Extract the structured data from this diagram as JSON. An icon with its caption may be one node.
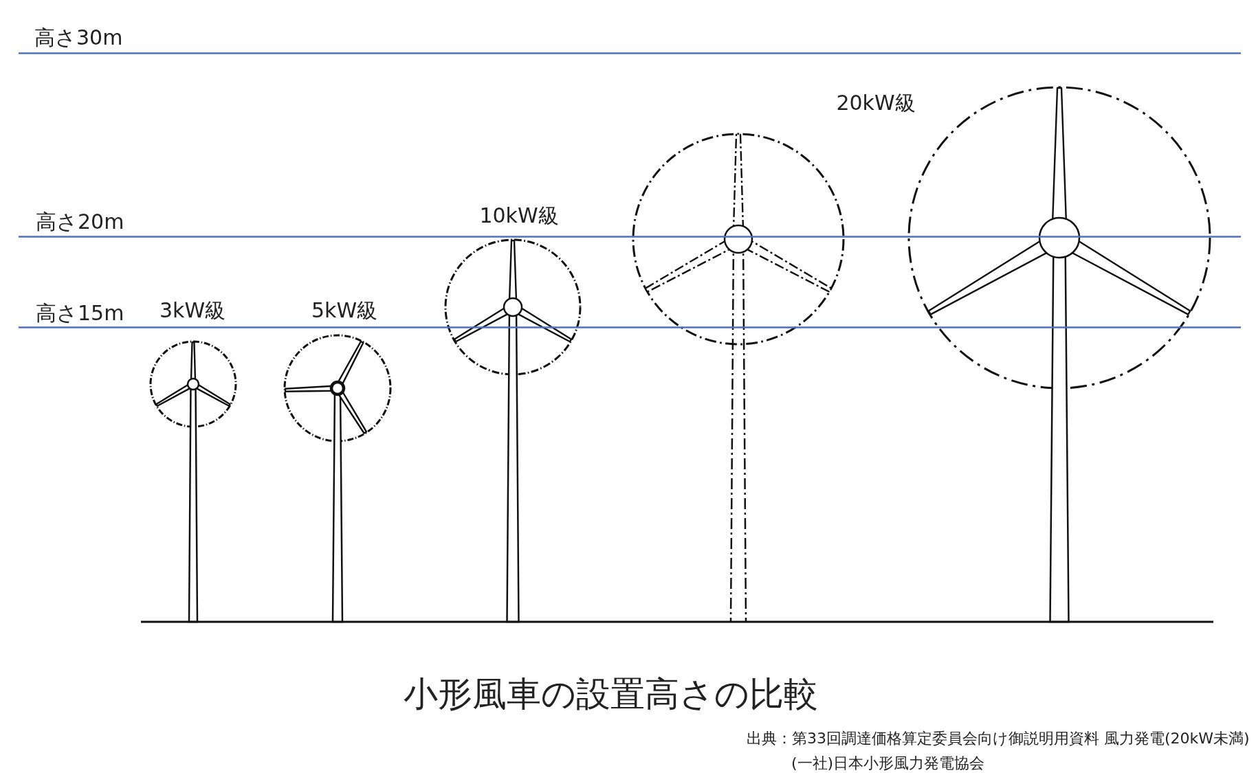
{
  "diagram": {
    "caption": "小形風車の設置高さの比較",
    "labels": [
      "高さ30m",
      "20kW級",
      "高さ20m",
      "10kW級",
      "高さ15m",
      "3kW級",
      "5kW級",
      "出典：第33回調達価格算定委員会向け御説明用資料 風力発電(20kW未満)",
      "(一社)日本小形風力発電協会"
    ]
  }
}
